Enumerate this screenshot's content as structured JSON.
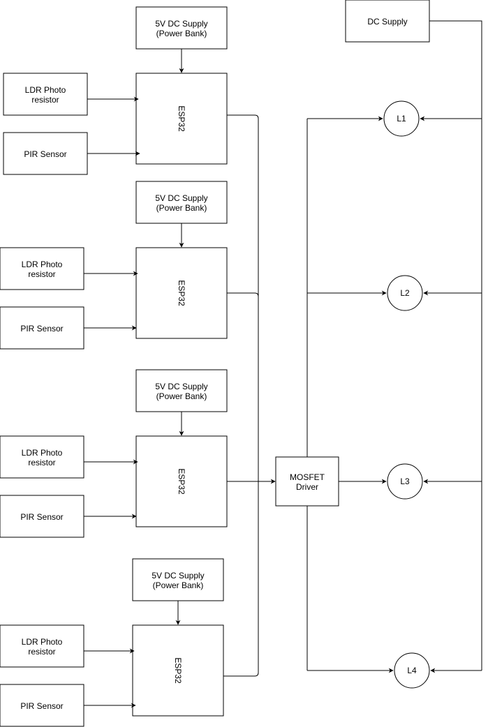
{
  "diagram": {
    "blocks": {
      "supply": "5V DC Supply",
      "supply_sub": "(Power Bank)",
      "ldr_line1": "LDR Photo",
      "ldr_line2": "resistor",
      "pir": "PIR Sensor",
      "esp": "ESP32"
    },
    "dc_supply": "DC Supply",
    "mosfet_line1": "MOSFET",
    "mosfet_line2": "Driver",
    "lamps": [
      "L1",
      "L2",
      "L3",
      "L4"
    ]
  }
}
